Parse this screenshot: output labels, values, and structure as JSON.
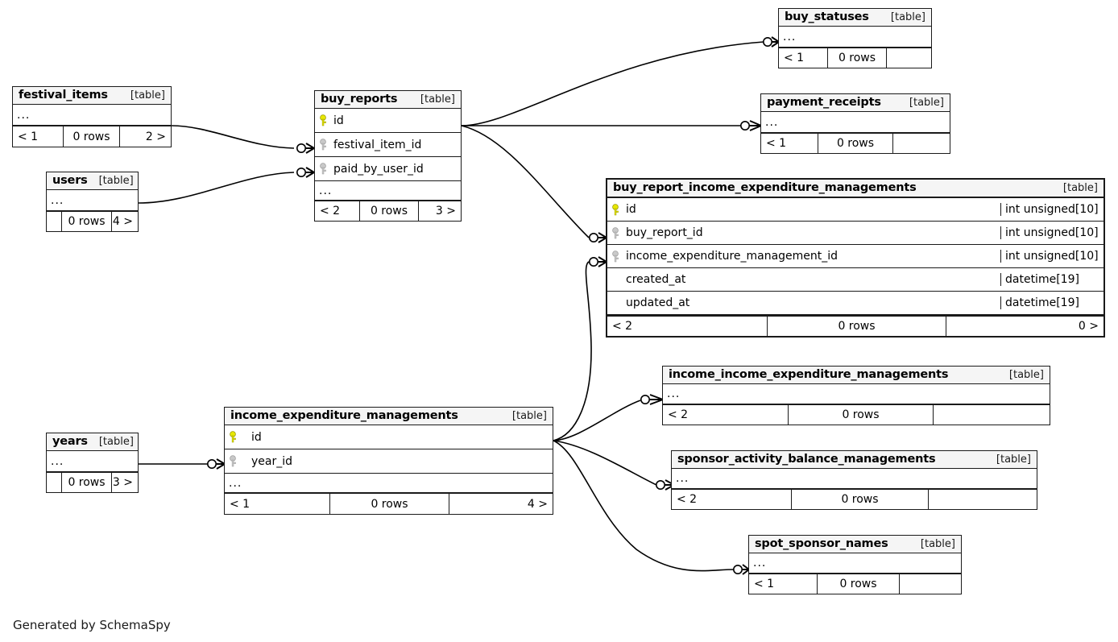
{
  "diagram": {
    "generator_credit": "Generated by SchemaSpy",
    "table_tag": "[table]",
    "ellipsis": "...",
    "rows_label": "0 rows"
  },
  "tables": {
    "festival_items": {
      "name": "festival_items",
      "tag": "[table]",
      "columns": [
        {
          "label": "...",
          "key": "none"
        }
      ],
      "footer": {
        "left": "< 1",
        "center": "0 rows",
        "right": "2 >"
      }
    },
    "users": {
      "name": "users",
      "tag": "[table]",
      "columns": [
        {
          "label": "...",
          "key": "none"
        }
      ],
      "footer": {
        "left": "",
        "center": "0 rows",
        "right": "4 >"
      }
    },
    "buy_reports": {
      "name": "buy_reports",
      "tag": "[table]",
      "columns": [
        {
          "label": "id",
          "key": "primary"
        },
        {
          "label": "festival_item_id",
          "key": "foreign"
        },
        {
          "label": "paid_by_user_id",
          "key": "foreign"
        },
        {
          "label": "...",
          "key": "none"
        }
      ],
      "footer": {
        "left": "< 2",
        "center": "0 rows",
        "right": "3 >"
      }
    },
    "buy_statuses": {
      "name": "buy_statuses",
      "tag": "[table]",
      "columns": [
        {
          "label": "...",
          "key": "none"
        }
      ],
      "footer": {
        "left": "< 1",
        "center": "0 rows",
        "right": ""
      }
    },
    "payment_receipts": {
      "name": "payment_receipts",
      "tag": "[table]",
      "columns": [
        {
          "label": "...",
          "key": "none"
        }
      ],
      "footer": {
        "left": "< 1",
        "center": "0 rows",
        "right": ""
      }
    },
    "buy_report_income_expenditure_managements": {
      "name": "buy_report_income_expenditure_managements",
      "tag": "[table]",
      "columns": [
        {
          "label": "id",
          "key": "primary",
          "type": "int unsigned[10]"
        },
        {
          "label": "buy_report_id",
          "key": "foreign",
          "type": "int unsigned[10]"
        },
        {
          "label": "income_expenditure_management_id",
          "key": "foreign",
          "type": "int unsigned[10]"
        },
        {
          "label": "created_at",
          "key": "none",
          "type": "datetime[19]"
        },
        {
          "label": "updated_at",
          "key": "none",
          "type": "datetime[19]"
        }
      ],
      "footer": {
        "left": "< 2",
        "center": "0 rows",
        "right": "0 >"
      }
    },
    "income_income_expenditure_managements": {
      "name": "income_income_expenditure_managements",
      "tag": "[table]",
      "columns": [
        {
          "label": "...",
          "key": "none"
        }
      ],
      "footer": {
        "left": "< 2",
        "center": "0 rows",
        "right": ""
      }
    },
    "sponsor_activity_balance_managements": {
      "name": "sponsor_activity_balance_managements",
      "tag": "[table]",
      "columns": [
        {
          "label": "...",
          "key": "none"
        }
      ],
      "footer": {
        "left": "< 2",
        "center": "0 rows",
        "right": ""
      }
    },
    "spot_sponsor_names": {
      "name": "spot_sponsor_names",
      "tag": "[table]",
      "columns": [
        {
          "label": "...",
          "key": "none"
        }
      ],
      "footer": {
        "left": "< 1",
        "center": "0 rows",
        "right": ""
      }
    },
    "years": {
      "name": "years",
      "tag": "[table]",
      "columns": [
        {
          "label": "...",
          "key": "none"
        }
      ],
      "footer": {
        "left": "",
        "center": "0 rows",
        "right": "3 >"
      }
    },
    "income_expenditure_managements": {
      "name": "income_expenditure_managements",
      "tag": "[table]",
      "columns": [
        {
          "label": "id",
          "key": "primary"
        },
        {
          "label": "year_id",
          "key": "foreign"
        },
        {
          "label": "...",
          "key": "none"
        }
      ],
      "footer": {
        "left": "< 1",
        "center": "0 rows",
        "right": "4 >"
      }
    }
  },
  "colors": {
    "primary_key": "#e8e800",
    "foreign_key": "#bfbfbf",
    "header_bg": "#f5f5f5",
    "border": "#1a1a1a",
    "background": "#ffffff"
  }
}
